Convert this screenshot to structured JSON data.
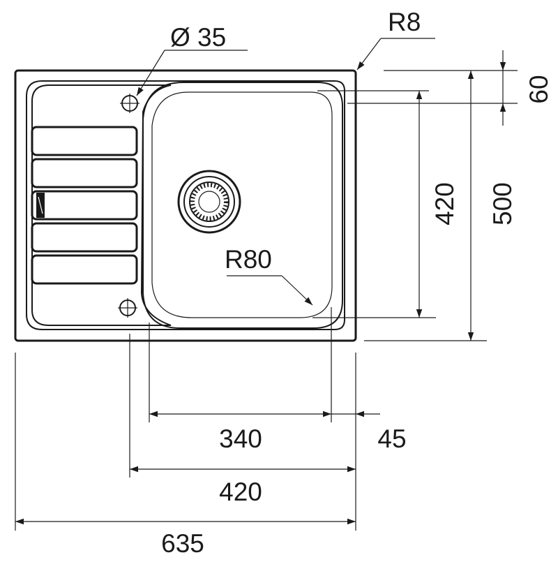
{
  "diagram": {
    "subject": "sink-technical-drawing",
    "callouts": {
      "hole_diameter": "Ø 35",
      "corner_radius_outer": "R8",
      "corner_radius_bowl": "R80"
    },
    "dimensions": {
      "bowl_width": "340",
      "rim_offset": "45",
      "cabinet_width": "420",
      "overall_width": "635",
      "bowl_depth": "420",
      "overall_depth": "500",
      "top_offset": "60"
    },
    "colors": {
      "line": "#1a1a1a",
      "background": "#ffffff"
    }
  }
}
